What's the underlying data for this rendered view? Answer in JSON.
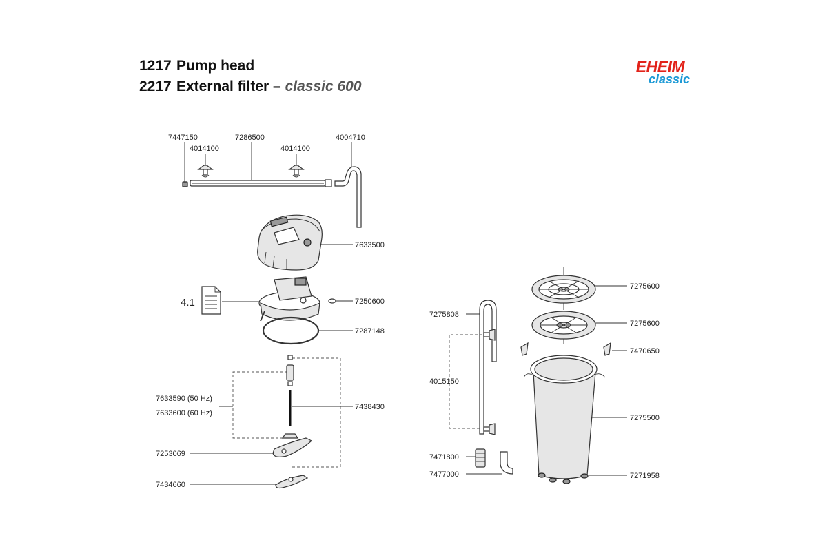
{
  "header": {
    "line1_number": "1217",
    "line1_text": "Pump head",
    "line2_number": "2217",
    "line2_text": "External filter –",
    "line2_model": "classic 600"
  },
  "logo": {
    "brand": "EHEIM",
    "sub": "classic",
    "brand_color": "#e2231a",
    "sub_color": "#1d9ad6"
  },
  "parts": {
    "p7447150": "7447150",
    "p4014100_a": "4014100",
    "p7286500": "7286500",
    "p4014100_b": "4014100",
    "p4004710": "4004710",
    "p7633500": "7633500",
    "p7250600": "7250600",
    "p7287148": "7287148",
    "p7633590": "7633590  (50 Hz)",
    "p7633600": "7633600  (60 Hz)",
    "p7438430": "7438430",
    "p7253069": "7253069",
    "p7434660": "7434660",
    "p7275808": "7275808",
    "p4015150": "4015150",
    "p7471800": "7471800",
    "p7477000": "7477000",
    "p7275600_a": "7275600",
    "p7275600_b": "7275600",
    "p7470650": "7470650",
    "p7275500": "7275500",
    "p7271958": "7271958"
  },
  "manual_ref": "4.1"
}
